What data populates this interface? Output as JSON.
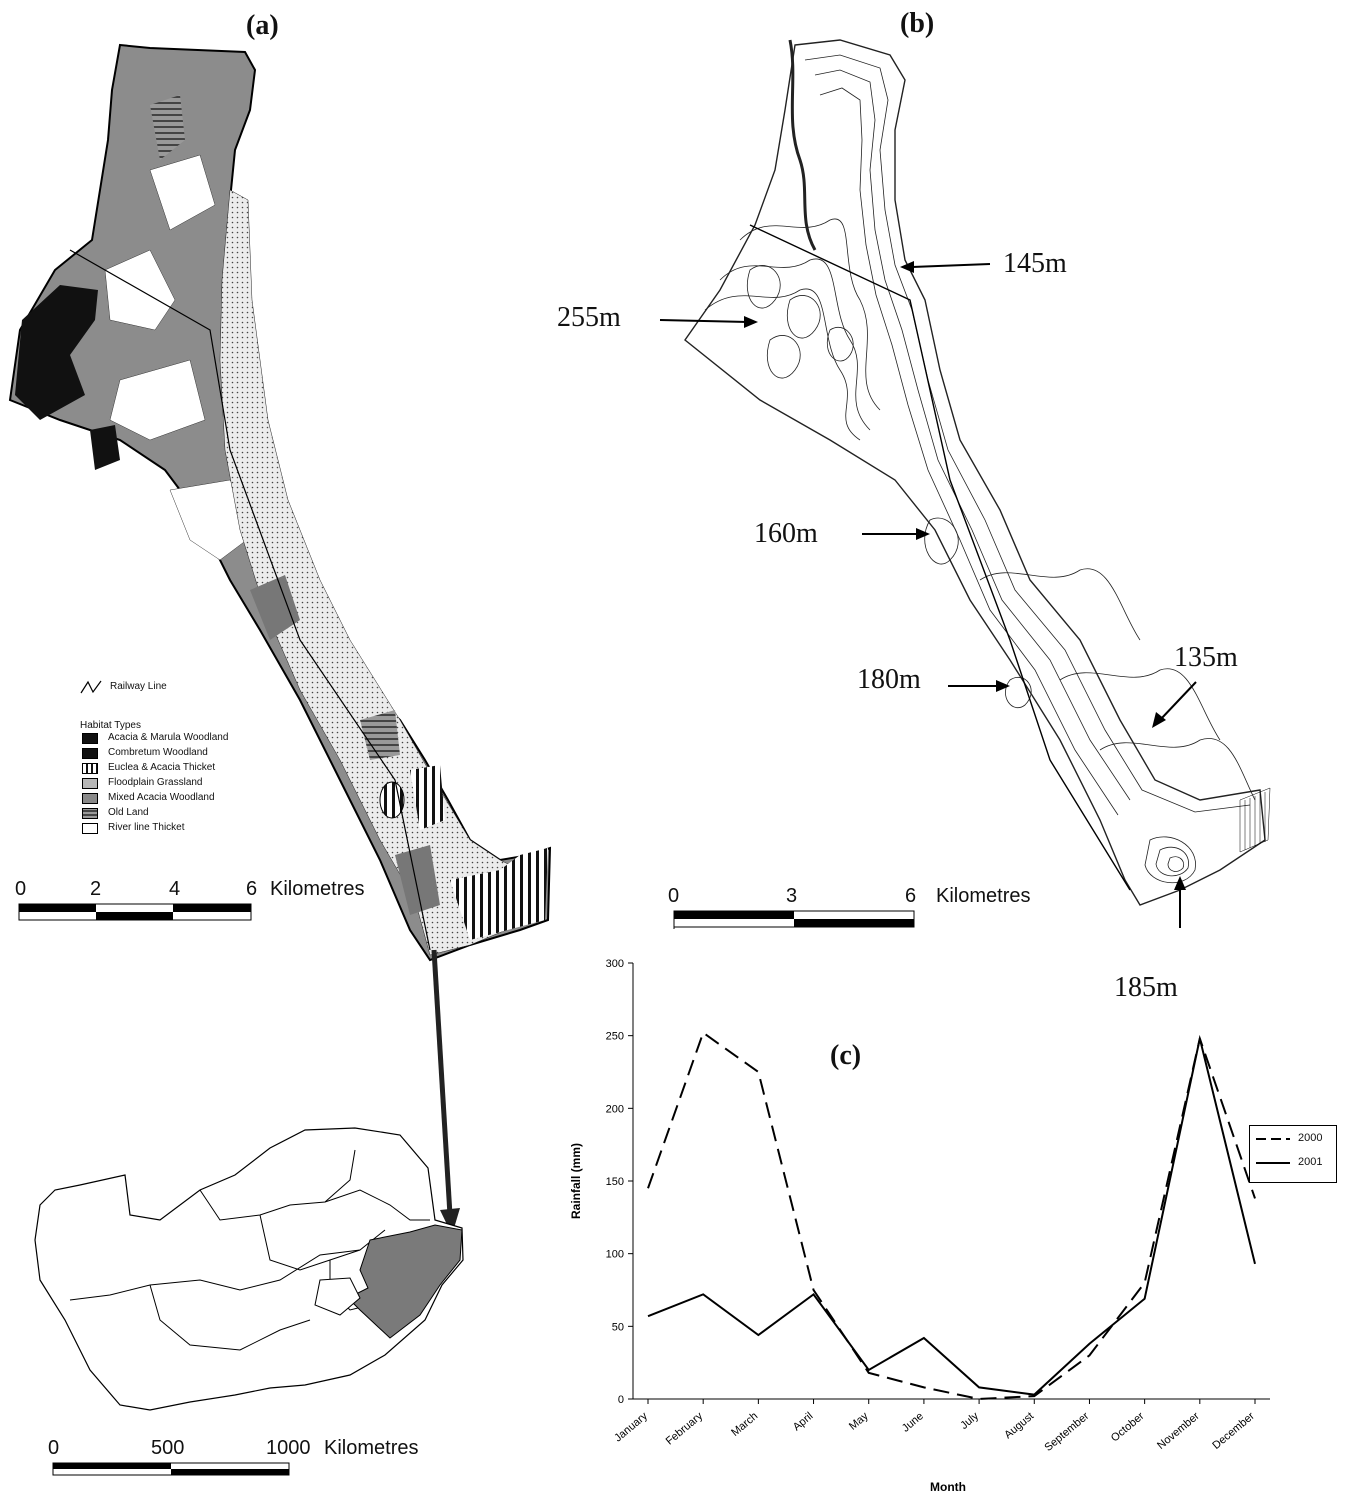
{
  "panel_a": {
    "label": "(a)",
    "legend": {
      "railway_label": "Railway Line",
      "habitat_title": "Habitat Types",
      "habitats": [
        {
          "name": "Acacia & Marula Woodland",
          "color": "#111111"
        },
        {
          "name": "Combretum Woodland",
          "color": "#ffffff"
        },
        {
          "name": "Euclea & Acacia Thicket",
          "color": "#e8e8e8"
        },
        {
          "name": "Floodplain Grassland",
          "color": "#b8b8b8"
        },
        {
          "name": "Mixed Acacia Woodland",
          "color": "#8a8a8a"
        },
        {
          "name": "Old Land",
          "color": "#6e6e6e"
        },
        {
          "name": "River line Thicket",
          "color": "#ffffff"
        }
      ]
    },
    "scale": {
      "ticks": [
        "0",
        "2",
        "4",
        "6"
      ],
      "unit": "Kilometres"
    }
  },
  "panel_b": {
    "label": "(b)",
    "elevations": [
      "255m",
      "145m",
      "160m",
      "180m",
      "135m",
      "185m"
    ],
    "scale": {
      "ticks": [
        "0",
        "3",
        "6"
      ],
      "unit": "Kilometres"
    }
  },
  "sa_map": {
    "scale": {
      "ticks": [
        "0",
        "500",
        "1000"
      ],
      "unit": "Kilometres"
    }
  },
  "chart_data": {
    "label": "(c)",
    "type": "line",
    "xlabel": "Month",
    "ylabel": "Rainfall (mm)",
    "ylim": [
      0,
      300
    ],
    "yticks": [
      "0",
      "50",
      "100",
      "150",
      "200",
      "250",
      "300"
    ],
    "categories": [
      "January",
      "February",
      "March",
      "April",
      "May",
      "June",
      "July",
      "August",
      "September",
      "October",
      "November",
      "December"
    ],
    "legend_position": "right",
    "series": [
      {
        "name": "2000",
        "style": "dashed",
        "values": [
          145,
          252,
          225,
          75,
          18,
          8,
          0,
          2,
          30,
          80,
          248,
          138
        ]
      },
      {
        "name": "2001",
        "style": "solid",
        "values": [
          57,
          72,
          44,
          72,
          20,
          42,
          8,
          3,
          38,
          69,
          248,
          93
        ]
      }
    ]
  }
}
